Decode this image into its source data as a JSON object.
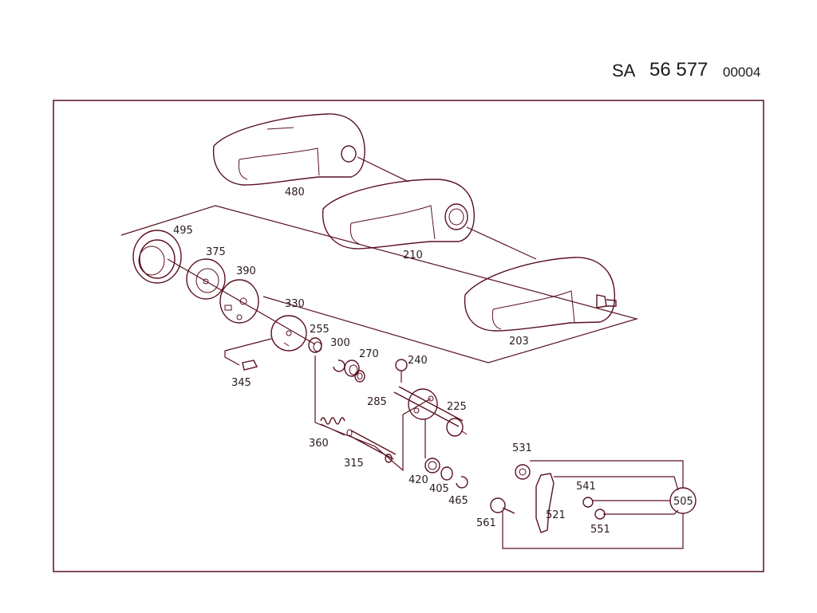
{
  "header": {
    "prefix": "SA",
    "number": "56 577",
    "suffix": "00004"
  },
  "callouts": {
    "p480": "480",
    "p210": "210",
    "p203": "203",
    "p495": "495",
    "p375": "375",
    "p390": "390",
    "p330": "330",
    "p255": "255",
    "p300": "300",
    "p270": "270",
    "p240": "240",
    "p345": "345",
    "p285": "285",
    "p225": "225",
    "p360": "360",
    "p315": "315",
    "p420": "420",
    "p405": "405",
    "p465": "465",
    "p531": "531",
    "p541": "541",
    "p505": "505",
    "p561": "561",
    "p521": "521",
    "p551": "551"
  },
  "colors": {
    "line": "#5a1020",
    "text": "#2a1a1a"
  }
}
